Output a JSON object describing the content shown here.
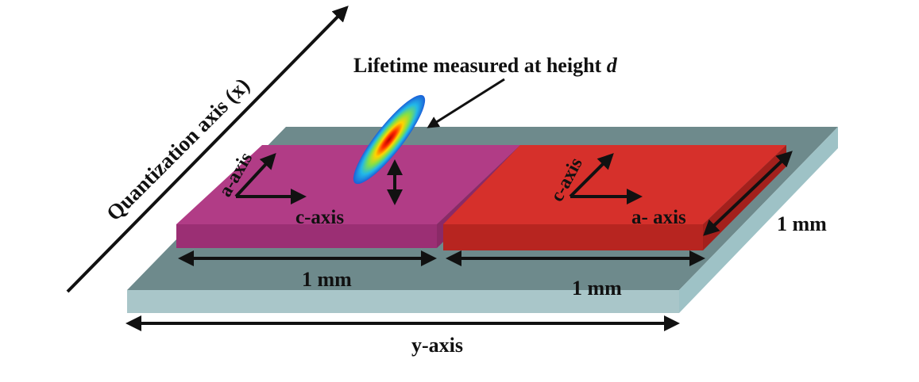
{
  "labels": {
    "quantization_axis": "Quantization axis (x)",
    "lifetime_note_main": "Lifetime measured at height ",
    "lifetime_note_var": "d",
    "left_a_axis": "a-axis",
    "left_c_axis": "c-axis",
    "right_c_axis": "c-axis",
    "right_a_axis": "a- axis",
    "left_width": "1 mm",
    "right_width": "1 mm",
    "depth": "1 mm",
    "y_axis": "y-axis"
  },
  "colors": {
    "substrate_top": "#6e8a8c",
    "substrate_front": "#a9c6c9",
    "substrate_side": "#9ec2c6",
    "left_crystal_top": "#b13c86",
    "left_crystal_front": "#9b2f74",
    "right_crystal_top": "#d6302b",
    "right_crystal_front": "#b72520",
    "arrow": "#111111"
  },
  "icons": {
    "atom_cloud": "atom-cloud-icon"
  }
}
